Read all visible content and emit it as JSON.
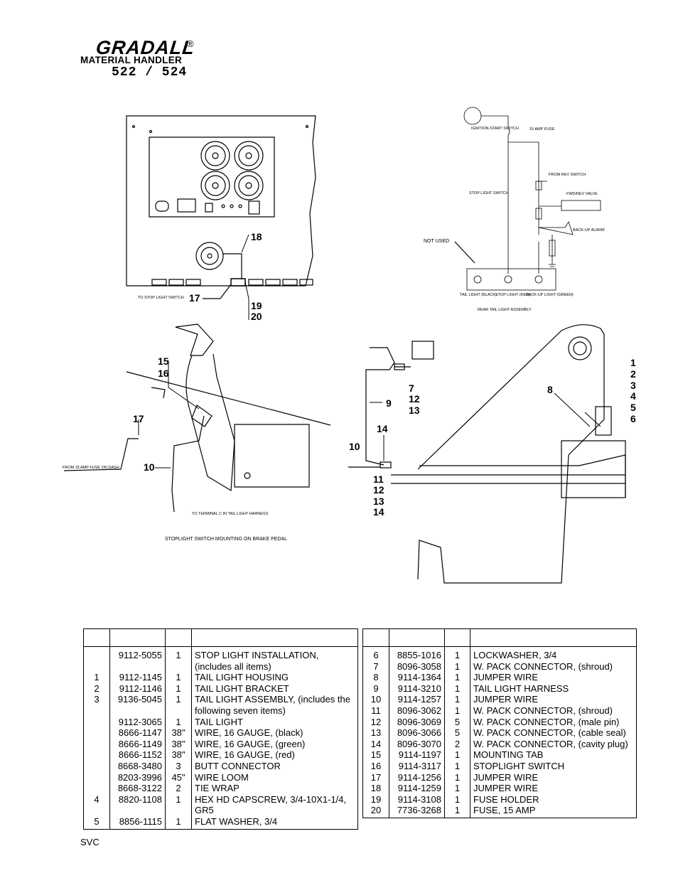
{
  "header": {
    "brand": "GRADALL",
    "registered": "®",
    "subtitle": "MATERIAL HANDLER",
    "model": "522 / 524"
  },
  "figure_labels": {
    "to_stop_light_switch": "TO STOP LIGHT SWITCH",
    "not_used": "NOT USED",
    "ignition_start_switch": "IGNITION-START SWITCH",
    "fuse_15a": "15 AMP FUSE",
    "from_rev_switch": "FROM REV SWITCH",
    "fwd_rev_valve": "FWD/REV VALVE",
    "stop_light_switch": "STOP LIGHT SWITCH",
    "backup_alarm": "BACK-UP ALARM",
    "tail_light": "TAIL LIGHT (BLACK)",
    "stop_light": "STOP LIGHT (RED)",
    "backup_light": "BACK-UP LIGHT (GREEN)",
    "rear_tail_light_assembly": "REAR TAIL LIGHT ASSEMBLY",
    "from_15_amp_fuse": "FROM 15 AMP FUSE ON DASH",
    "to_terminal_c": "TO TERMINAL C IN TAIL LIGHT HARNESS",
    "stoplight_caption": "STOPLIGHT SWITCH MOUNTING ON BRAKE PEDAL"
  },
  "callouts": {
    "c18": "18",
    "c17a": "17",
    "c19": "19",
    "c20": "20",
    "c15": "15",
    "c16": "16",
    "c17b": "17",
    "c10a": "10",
    "c9": "9",
    "c7": "7",
    "c12a": "12",
    "c13a": "13",
    "c14a": "14",
    "c10b": "10",
    "c11": "11",
    "c12b": "12",
    "c13b": "13",
    "c14b": "14",
    "c8": "8",
    "c1": "1",
    "c2": "2",
    "c3": "3",
    "c4": "4",
    "c5": "5",
    "c6": "6"
  },
  "parts_left": [
    {
      "item": "",
      "part": "9112-5055",
      "qty": "1",
      "desc": "STOP LIGHT INSTALLATION,"
    },
    {
      "item": "",
      "part": "",
      "qty": "",
      "desc": "(includes all items)"
    },
    {
      "item": "1",
      "part": "9112-1145",
      "qty": "1",
      "desc": "TAIL LIGHT HOUSING"
    },
    {
      "item": "2",
      "part": "9112-1146",
      "qty": "1",
      "desc": "TAIL LIGHT BRACKET"
    },
    {
      "item": "3",
      "part": "9136-5045",
      "qty": "1",
      "desc": "TAIL LIGHT ASSEMBLY, (includes the"
    },
    {
      "item": "",
      "part": "",
      "qty": "",
      "desc": "following seven items)"
    },
    {
      "item": "",
      "part": "9112-3065",
      "qty": "1",
      "desc": "TAIL LIGHT"
    },
    {
      "item": "",
      "part": "8666-1147",
      "qty": "38\"",
      "desc": "WIRE, 16 GAUGE, (black)"
    },
    {
      "item": "",
      "part": "8666-1149",
      "qty": "38\"",
      "desc": "WIRE, 16 GAUGE, (green)"
    },
    {
      "item": "",
      "part": "8666-1152",
      "qty": "38\"",
      "desc": "WIRE, 16 GAUGE, (red)"
    },
    {
      "item": "",
      "part": "8668-3480",
      "qty": "3",
      "desc": "BUTT CONNECTOR"
    },
    {
      "item": "",
      "part": "8203-3996",
      "qty": "45\"",
      "desc": "WIRE LOOM"
    },
    {
      "item": "",
      "part": "8668-3122",
      "qty": "2",
      "desc": "TIE WRAP"
    },
    {
      "item": "4",
      "part": "8820-1108",
      "qty": "1",
      "desc": "HEX HD CAPSCREW, 3/4-10X1-1/4,"
    },
    {
      "item": "",
      "part": "",
      "qty": "",
      "desc": "GR5"
    },
    {
      "item": "5",
      "part": "8856-1115",
      "qty": "1",
      "desc": "FLAT WASHER, 3/4"
    }
  ],
  "parts_right": [
    {
      "item": "6",
      "part": "8855-1016",
      "qty": "1",
      "desc": "LOCKWASHER, 3/4"
    },
    {
      "item": "7",
      "part": "8096-3058",
      "qty": "1",
      "desc": "W. PACK CONNECTOR, (shroud)"
    },
    {
      "item": "8",
      "part": "9114-1364",
      "qty": "1",
      "desc": "JUMPER WIRE"
    },
    {
      "item": "9",
      "part": "9114-3210",
      "qty": "1",
      "desc": "TAIL LIGHT HARNESS"
    },
    {
      "item": "10",
      "part": "9114-1257",
      "qty": "1",
      "desc": "JUMPER WIRE"
    },
    {
      "item": "11",
      "part": "8096-3062",
      "qty": "1",
      "desc": "W. PACK CONNECTOR, (shroud)"
    },
    {
      "item": "12",
      "part": "8096-3069",
      "qty": "5",
      "desc": "W. PACK CONNECTOR, (male pin)"
    },
    {
      "item": "13",
      "part": "8096-3066",
      "qty": "5",
      "desc": "W. PACK CONNECTOR, (cable seal)"
    },
    {
      "item": "14",
      "part": "8096-3070",
      "qty": "2",
      "desc": "W. PACK CONNECTOR, (cavity plug)"
    },
    {
      "item": "15",
      "part": "9114-1197",
      "qty": "1",
      "desc": "MOUNTING TAB"
    },
    {
      "item": "16",
      "part": "9114-3117",
      "qty": "1",
      "desc": "STOPLIGHT SWITCH"
    },
    {
      "item": "17",
      "part": "9114-1256",
      "qty": "1",
      "desc": "JUMPER WIRE"
    },
    {
      "item": "18",
      "part": "9114-1259",
      "qty": "1",
      "desc": "JUMPER WIRE"
    },
    {
      "item": "19",
      "part": "9114-3108",
      "qty": "1",
      "desc": "FUSE HOLDER"
    },
    {
      "item": "20",
      "part": "7736-3268",
      "qty": "1",
      "desc": "FUSE, 15 AMP"
    },
    {
      "item": "",
      "part": "",
      "qty": "",
      "desc": ""
    }
  ],
  "footer": {
    "code": "SVC"
  }
}
